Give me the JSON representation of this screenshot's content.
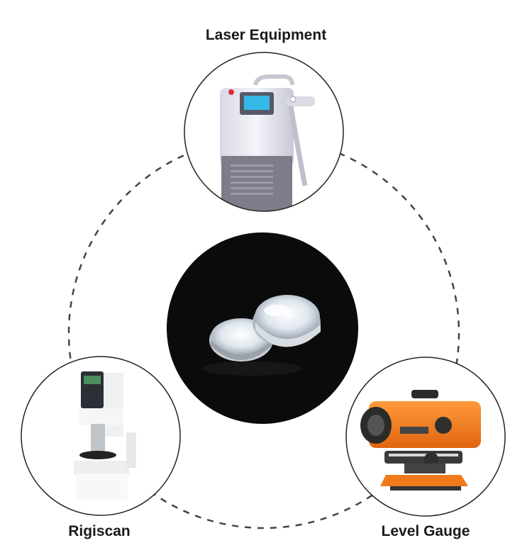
{
  "labels": {
    "top": "Laser Equipment",
    "left": "Rigiscan",
    "right": "Level Gauge"
  },
  "colors": {
    "ring_dash": "#444444",
    "circle_stroke": "#222222",
    "center_bg": "#0b0b0b",
    "gauge_orange": "#f07a1a"
  }
}
